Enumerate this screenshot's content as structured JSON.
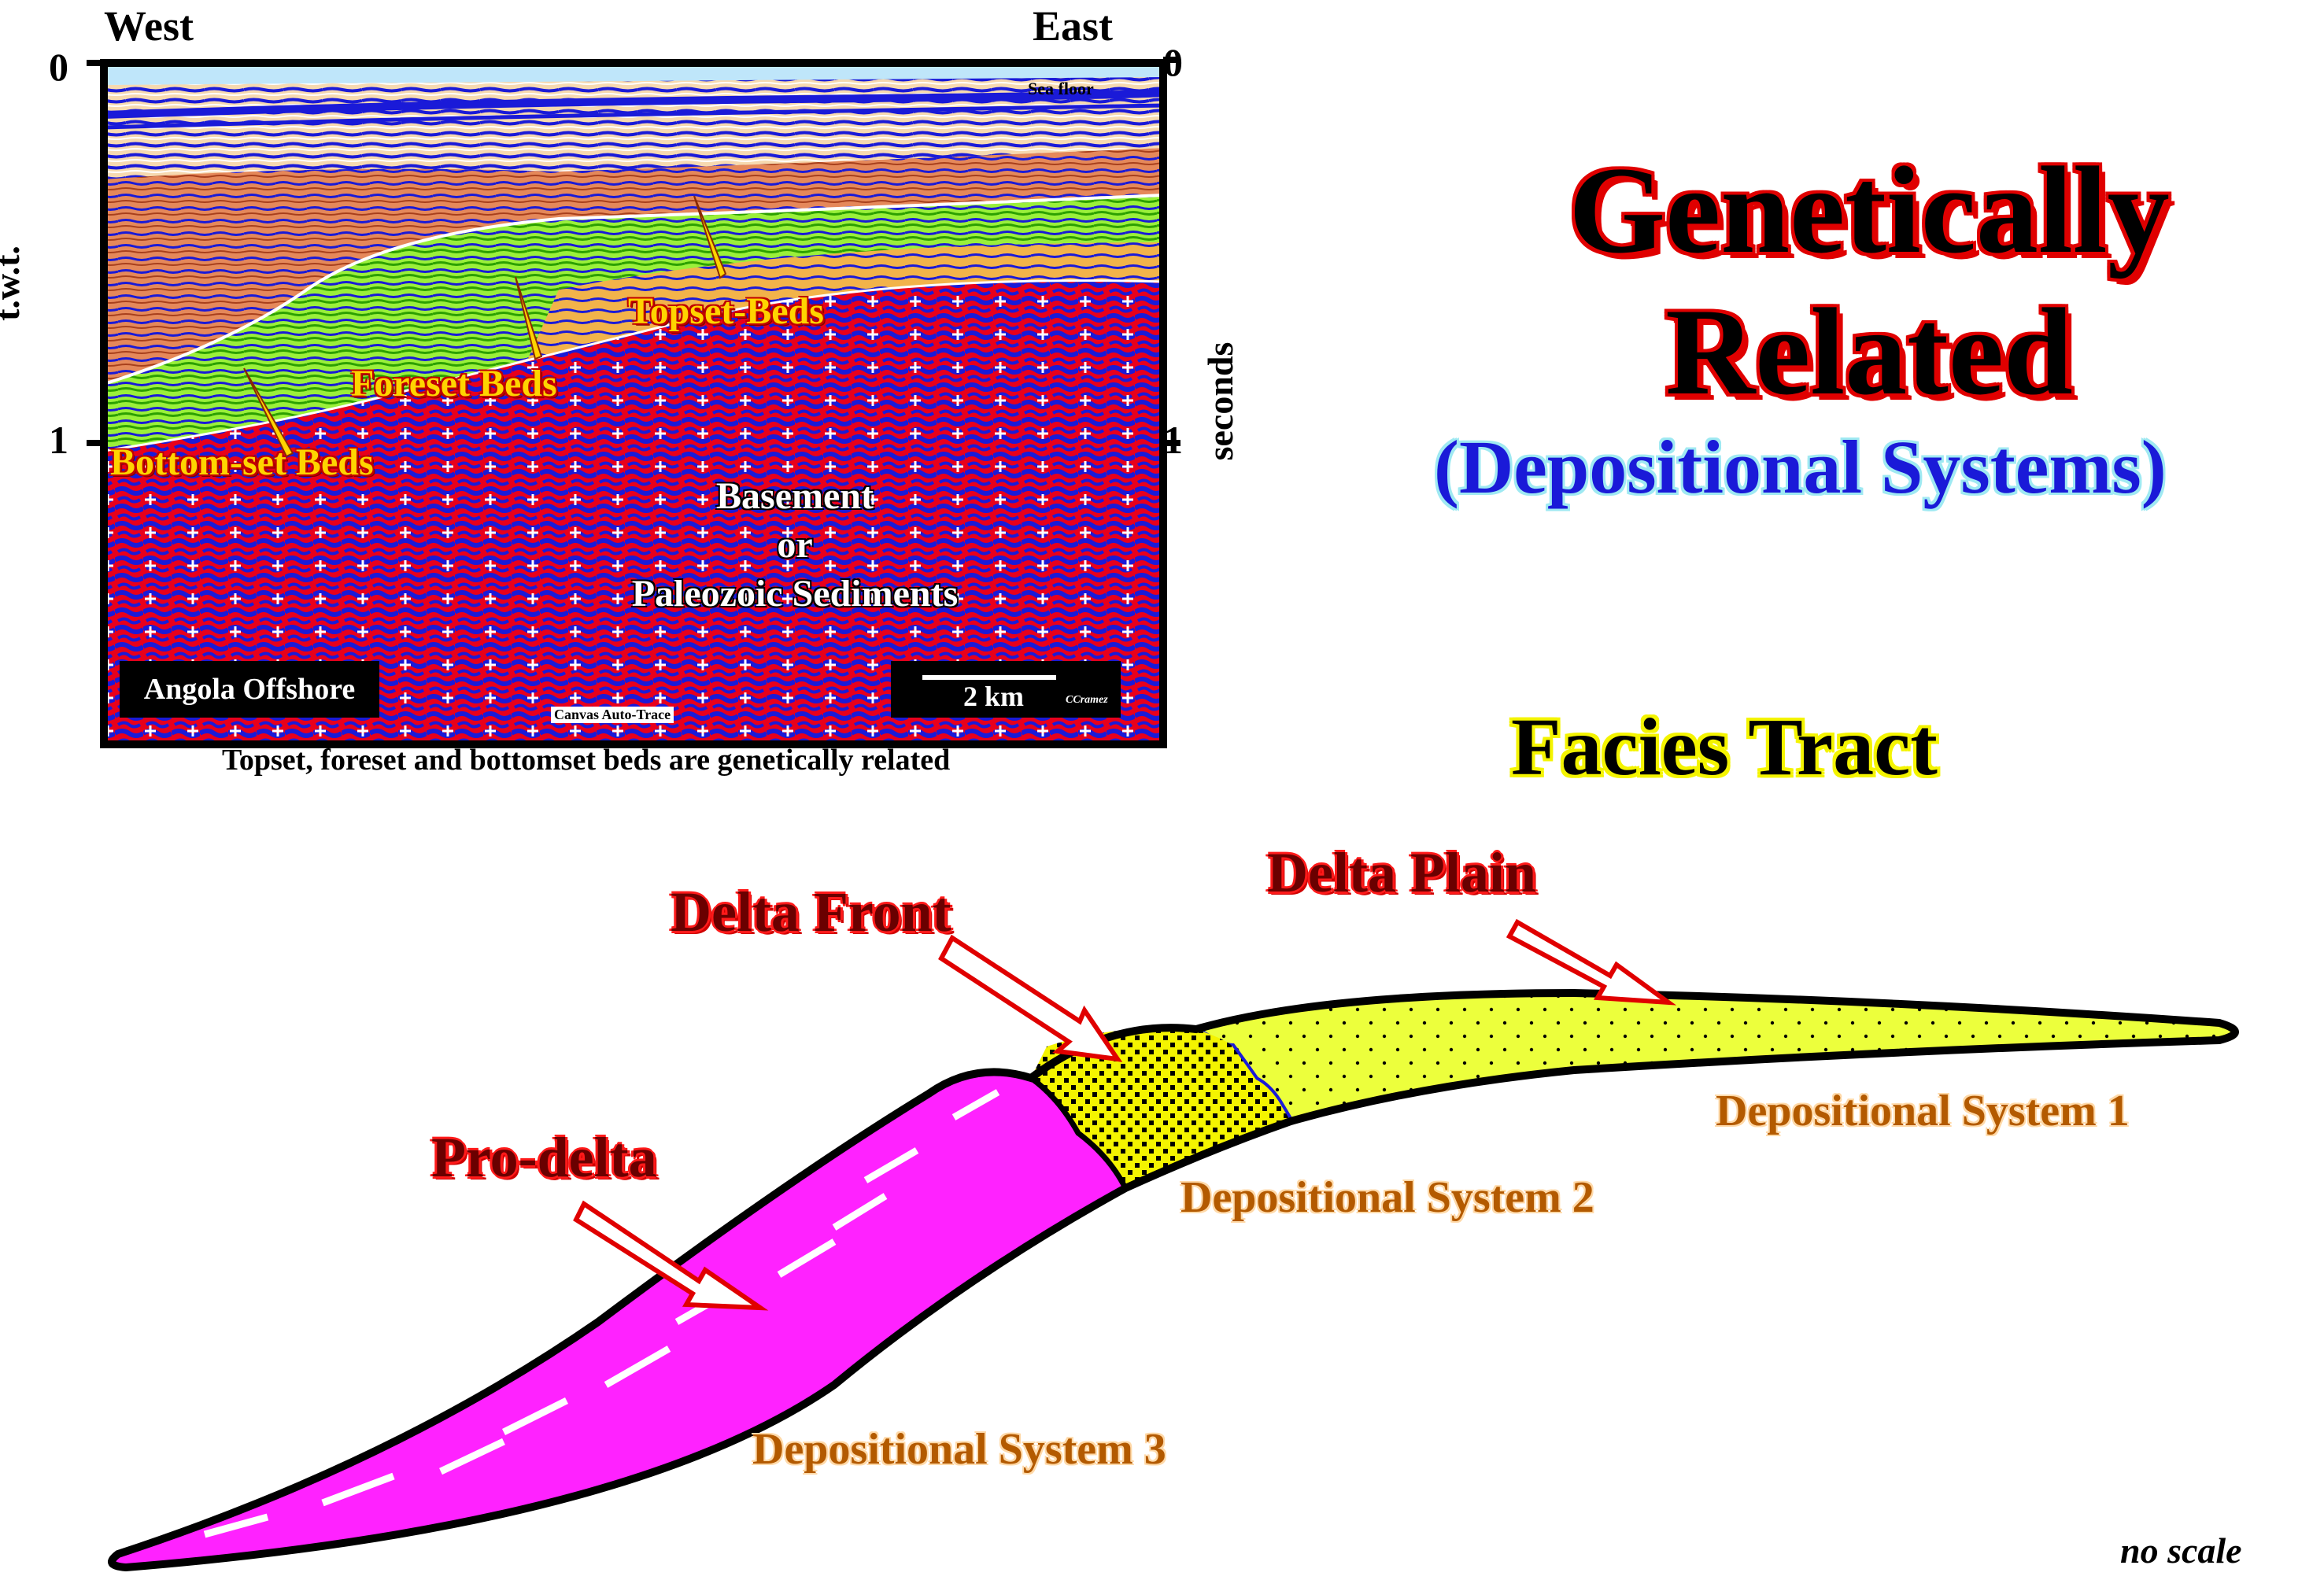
{
  "seismic": {
    "west_label": "West",
    "east_label": "East",
    "left_top_tick": "0",
    "left_mid_tick": "1",
    "right_top_tick": "0",
    "right_mid_tick": "1",
    "left_axis_label": "t.w.t.",
    "right_axis_label": "seconds",
    "sea_floor": "Sea floor",
    "topset": "Topset-Beds",
    "foreset": "Foreset Beds",
    "bottomset": "Bottom-set Beds",
    "basement_line1": "Basement",
    "basement_line2": "or",
    "basement_line3": "Paleozoic Sediments",
    "location": "Angola Offshore",
    "scale": "2 km",
    "credit": "CCramez",
    "trace_credit": "Canvas Auto-Trace",
    "caption": "Topset, foreset and bottomset beds are genetically related"
  },
  "title": {
    "line1": "Genetically",
    "line2": "Related",
    "subtitle": "(Depositional Systems)"
  },
  "facies_tract": {
    "heading": "Facies Tract",
    "delta_front": "Delta Front",
    "delta_plain": "Delta Plain",
    "pro_delta": "Pro-delta",
    "ds1": "Depositional System 1",
    "ds2": "Depositional System 2",
    "ds3": "Depositional System 3",
    "no_scale": "no scale"
  },
  "colors": {
    "prodelta": "#ff22ff",
    "delta_front": "#f4f400",
    "delta_plain": "#ecff3c",
    "basement_red": "#e8001c",
    "reflector_blue": "#1a1ad8"
  }
}
